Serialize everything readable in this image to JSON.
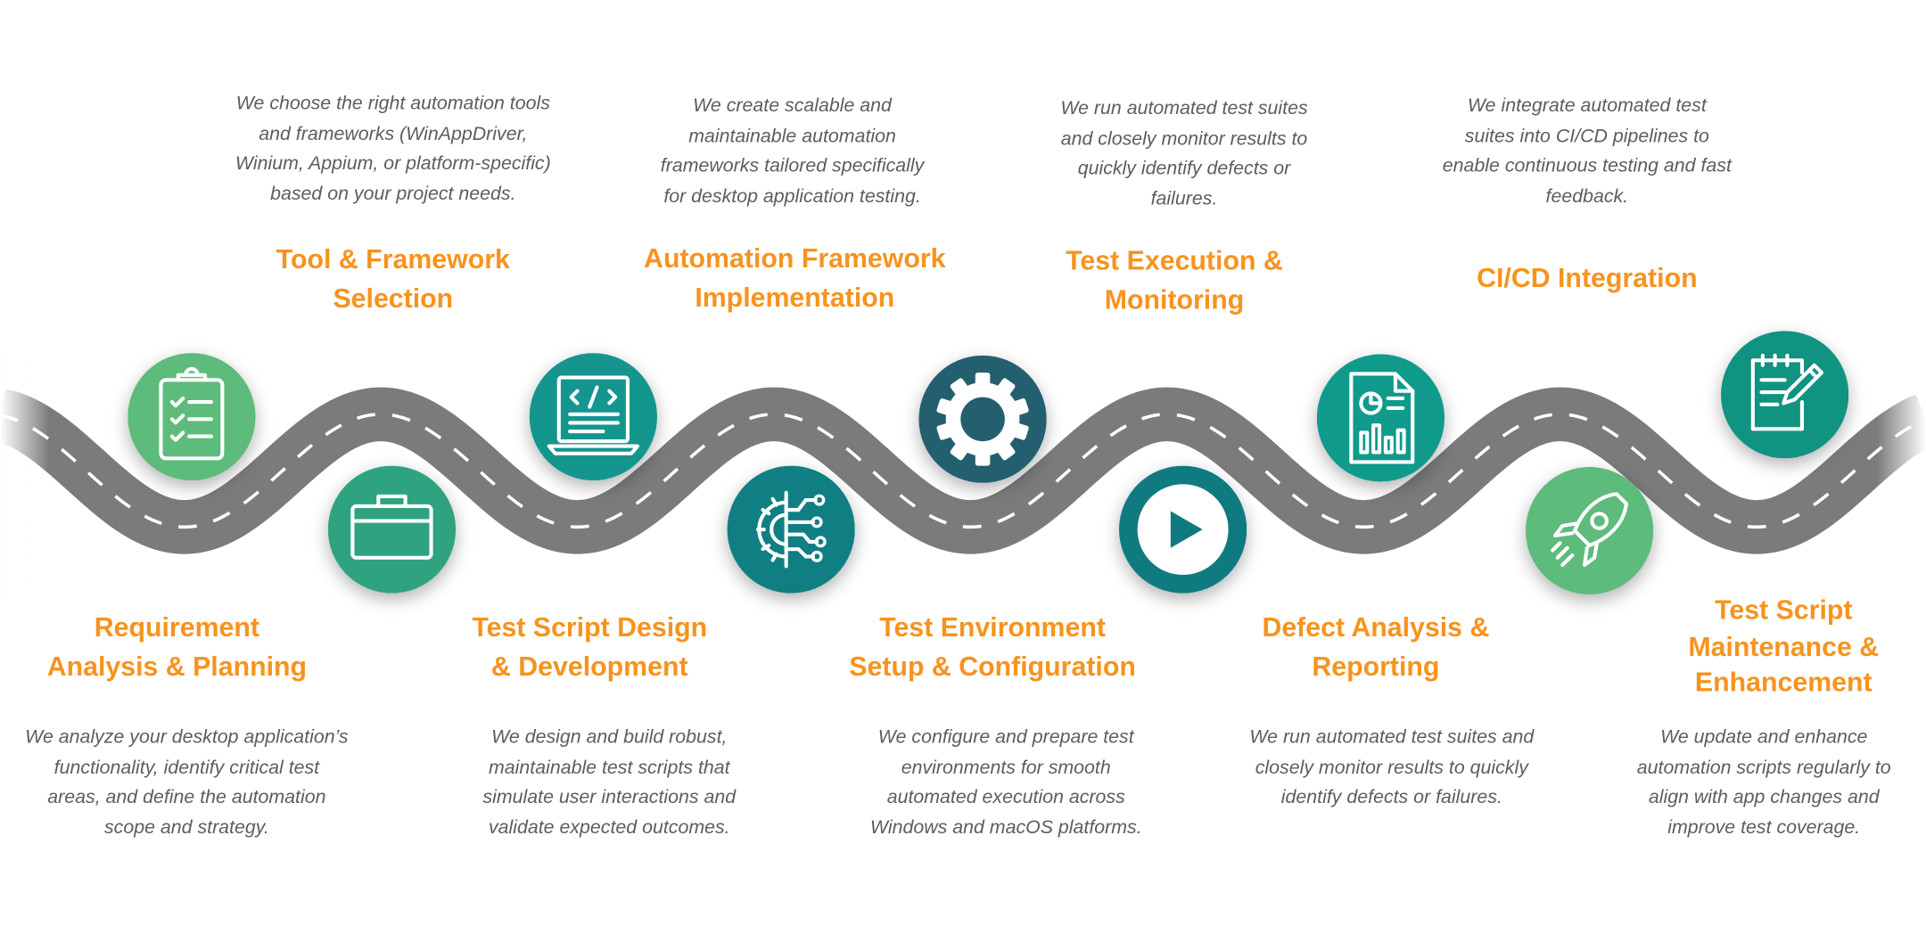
{
  "steps": [
    {
      "title": "Requirement\nAnalysis & Planning",
      "description": "We analyze your desktop application’s\nfunctionality, identify critical test\nareas, and define the automation\nscope and strategy.",
      "icon": "clipboard-checklist-icon",
      "color": "#5dbb7b"
    },
    {
      "title": "Tool & Framework\nSelection",
      "description": "We choose the right automation tools\nand frameworks (WinAppDriver,\nWinium, Appium, or platform-specific)\nbased on your project needs.",
      "icon": "toolbox-icon",
      "color": "#2fa37f"
    },
    {
      "title": "Test Script Design\n& Development",
      "description": "We design and build robust,\nmaintainable test scripts that\nsimulate user interactions and\nvalidate expected outcomes.",
      "icon": "laptop-code-icon",
      "color": "#14968f"
    },
    {
      "title": "Automation Framework\nImplementation",
      "description": "We create scalable and\nmaintainable automation\nframeworks tailored specifically\nfor desktop application testing.",
      "icon": "gear-circuit-icon",
      "color": "#0f7f83"
    },
    {
      "title": "Test Environment\nSetup & Configuration",
      "description": "We configure and prepare test\nenvironments for smooth\nautomated execution across\nWindows and macOS platforms.",
      "icon": "gear-icon",
      "color": "#245f70"
    },
    {
      "title": "Test Execution &\nMonitoring",
      "description": "We run automated test suites\nand closely monitor results to\nquickly identify defects or\nfailures.",
      "icon": "play-icon",
      "color": "#0f7b80"
    },
    {
      "title": "Defect Analysis &\nReporting",
      "description": "We run automated test suites and\nclosely monitor results to quickly\nidentify defects or failures.",
      "icon": "report-document-icon",
      "color": "#0f9a8c"
    },
    {
      "title": "CI/CD Integration",
      "description": "We integrate automated test\nsuites into CI/CD pipelines to\nenable continuous testing and fast\nfeedback.",
      "icon": "rocket-icon",
      "color": "#5dbb7b"
    },
    {
      "title": "Test Script\nMaintenance &\nEnhancement",
      "description": "We update and enhance\nautomation scripts regularly to\nalign with app changes and\nimprove test coverage.",
      "icon": "notepad-pen-icon",
      "color": "#119382"
    }
  ],
  "road": {
    "color": "#7b7b7b",
    "dash_color": "#ffffff"
  }
}
